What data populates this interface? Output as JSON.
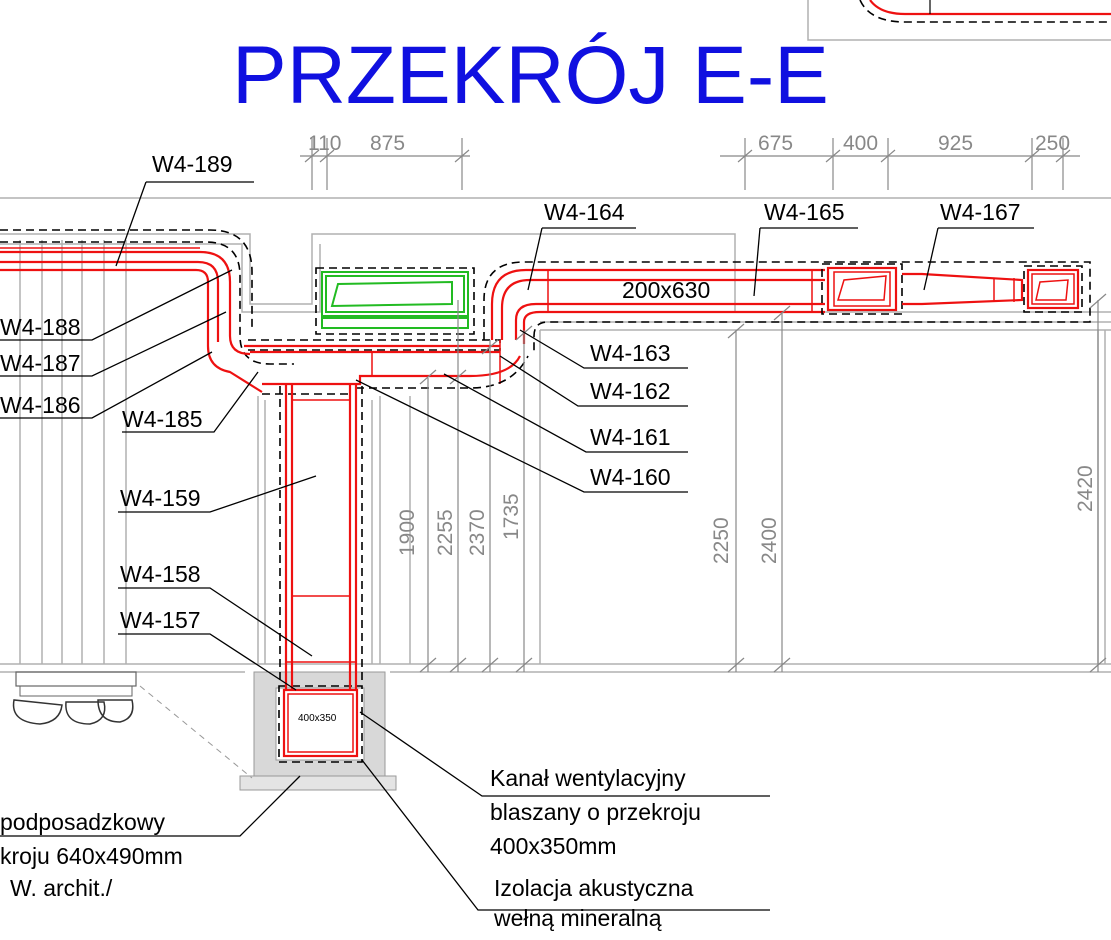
{
  "title": "PRZEKRÓJ E-E",
  "top_dimensions": [
    "110",
    "875",
    "675",
    "400",
    "925",
    "250"
  ],
  "vertical_dimensions": [
    "1900",
    "2255",
    "2370",
    "1735",
    "2250",
    "2400",
    "2420"
  ],
  "duct_size_label": "200x630",
  "small_duct_label": "400x350",
  "labels": {
    "w189": "W4-189",
    "w188": "W4-188",
    "w187": "W4-187",
    "w186": "W4-186",
    "w185": "W4-185",
    "w164": "W4-164",
    "w165": "W4-165",
    "w167": "W4-167",
    "w163": "W4-163",
    "w162": "W4-162",
    "w161": "W4-161",
    "w160": "W4-160",
    "w159": "W4-159",
    "w158": "W4-158",
    "w157": "W4-157"
  },
  "notes": {
    "duct_line1": "Kanał wentylacyjny",
    "duct_line2": "blaszany o przekroju",
    "duct_line3": "400x350mm",
    "insulation_line1": "Izolacja akustyczna",
    "insulation_line2": "wełną mineralną",
    "floor_line1": "podposadzkowy",
    "floor_line2": "kroju 640x490mm",
    "floor_line3": "W. archit./"
  },
  "colors": {
    "title": "#1010e0",
    "duct": "#ee1111",
    "diffuser": "#22bb22",
    "structure": "#b0b0b0"
  }
}
